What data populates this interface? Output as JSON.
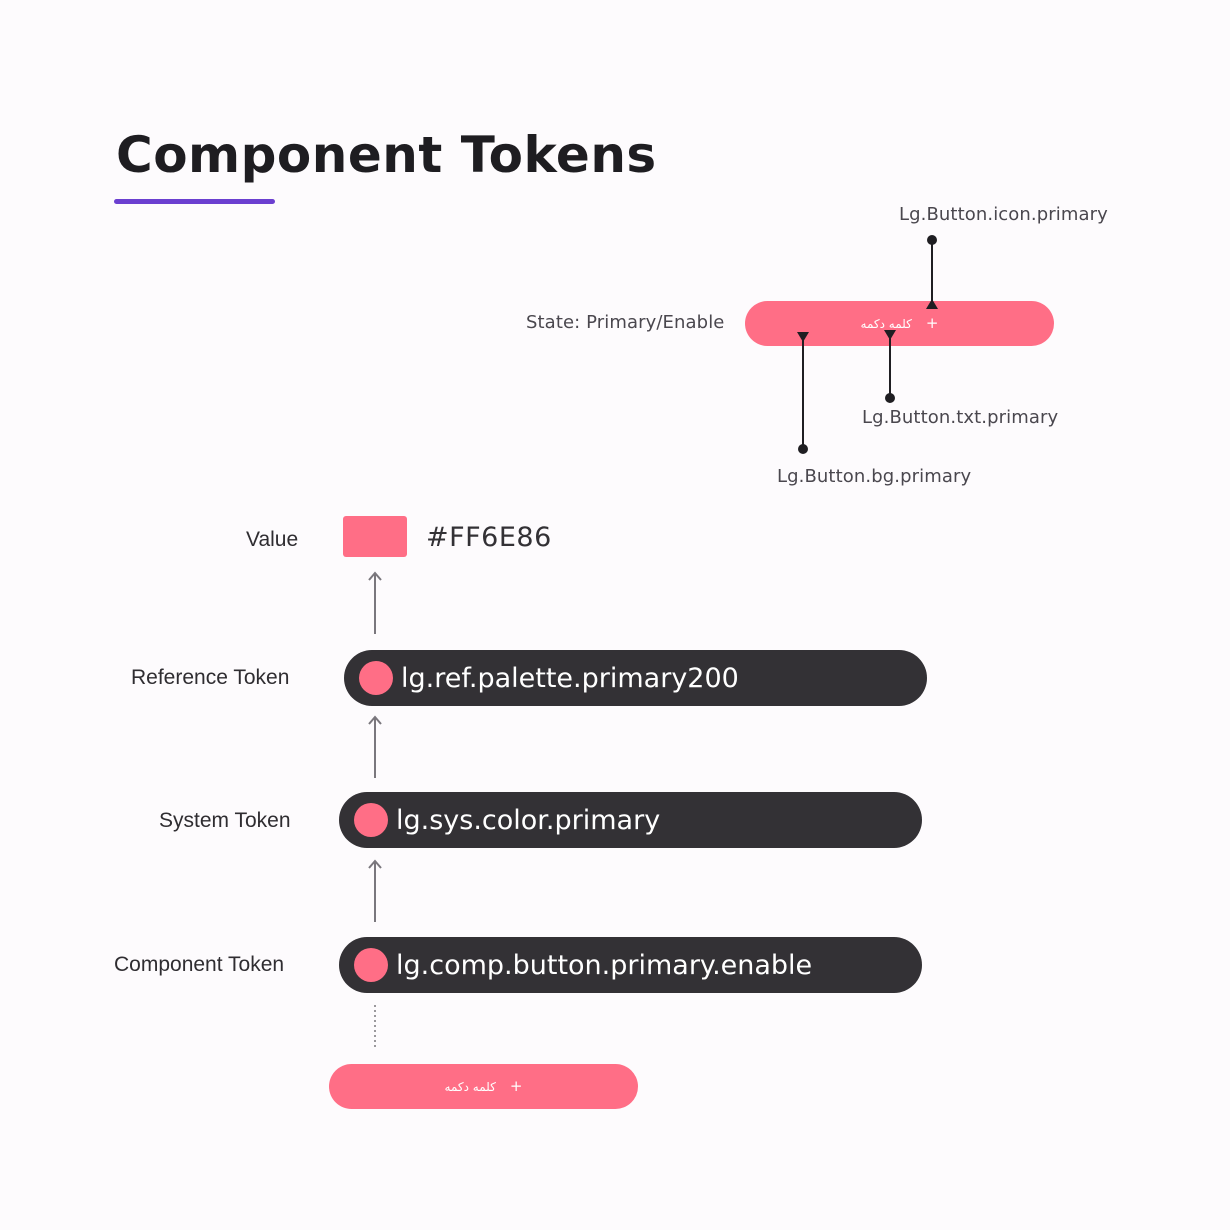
{
  "title": "Component Tokens",
  "colors": {
    "accent_underline": "#6b3fd0",
    "brand_pink": "#ff6e86",
    "pill_dark": "#333135"
  },
  "button_demo": {
    "state_label": "State: Primary/Enable",
    "button_text": "كلمه دكمه",
    "button_icon": "+",
    "icon_token": "Lg.Button.icon.primary",
    "text_token": "Lg.Button.txt.primary",
    "bg_token": "Lg.Button.bg.primary"
  },
  "chain": {
    "value": {
      "label": "Value",
      "hex": "#FF6E86"
    },
    "reference": {
      "label": "Reference Token",
      "token": "lg.ref.palette.primary200"
    },
    "system": {
      "label": "System Token",
      "token": "lg.sys.color.primary"
    },
    "component": {
      "label": "Component Token",
      "token": "lg.comp.button.primary.enable"
    }
  },
  "bottom_button": {
    "text": "كلمه دكمه",
    "icon": "+"
  }
}
